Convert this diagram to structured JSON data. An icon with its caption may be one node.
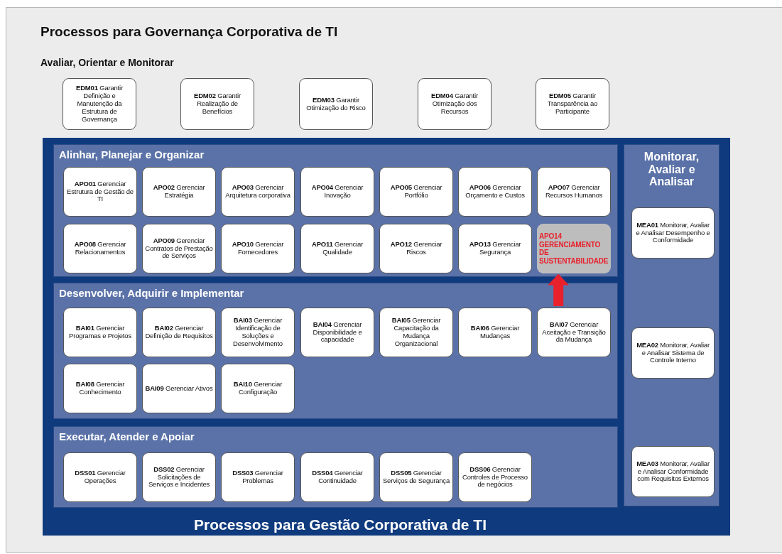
{
  "diagram": {
    "title": "Processos para Governança Corporativa de TI",
    "labels": [
      "Avaliar, Orientar e Monitorar"
    ],
    "nodes": [
      {
        "text": [
          "**EDM01** Garantir Definição e Manutenção da Estrutura de Governança"
        ]
      },
      {
        "text": [
          "**EDM02** Garantir Realização de Benefícios"
        ]
      },
      {
        "text": [
          "**EDM03** Garantir Otimização do Risco"
        ]
      },
      {
        "text": [
          "**EDM04** Garantir Otimização dos Recursos"
        ]
      },
      {
        "text": [
          "**EDM05** Garantir Transparência ao Participante"
        ]
      },
      {
        "text": [
          "Processos para Gestão Corporativa de TI"
        ]
      },
      {
        "text": [
          "Alinhar, Planejar e Organizar"
        ],
        "in": 5
      },
      {
        "text": [
          "**APO01** Gerenciar Estrutura de Gestão de TI"
        ],
        "in": 6
      },
      {
        "text": [
          "**APO02** Gerenciar Estratégia"
        ],
        "in": 6
      },
      {
        "text": [
          "**APO03** Gerenciar Arquitetura corporativa"
        ],
        "in": 6
      },
      {
        "text": [
          "**APO04** Gerenciar Inovação"
        ],
        "in": 6
      },
      {
        "text": [
          "**APO05** Gerenciar Portfólio"
        ],
        "in": 6
      },
      {
        "text": [
          "**APO06** Gerenciar Orçamento e Custos"
        ],
        "in": 6
      },
      {
        "text": [
          "**APO07** Gerenciar Recursos Humanos"
        ],
        "in": 6
      },
      {
        "text": [
          "**APO08** Gerenciar Relacionamentos"
        ],
        "in": 6
      },
      {
        "text": [
          "**APO09** Gerenciar Contratos de Prestação de Serviços"
        ],
        "in": 6
      },
      {
        "text": [
          "**APO10** Gerenciar Fornecedores"
        ],
        "in": 6
      },
      {
        "text": [
          "**APO11** Gerenciar Qualidade"
        ],
        "in": 6
      },
      {
        "text": [
          "**APO12** Gerenciar Riscos"
        ],
        "in": 6
      },
      {
        "text": [
          "**APO13** Gerenciar Segurança"
        ],
        "in": 6
      },
      {
        "text": [
          "APO14 GERENCIAMENTO DE SUSTENTABILIDADE"
        ],
        "in": 6
      },
      {
        "text": [
          "Desenvolver, Adquirir e Implementar"
        ],
        "in": 5
      },
      {
        "text": [
          "**BAI01** Gerenciar Programas e Projetos"
        ],
        "in": 21
      },
      {
        "text": [
          "**BAI02** Gerenciar Definição de Requisitos"
        ],
        "in": 21
      },
      {
        "text": [
          "**BAI03** Gerenciar Identificação de Soluções e Desenvolvimento"
        ],
        "in": 21
      },
      {
        "text": [
          "**BAI04** Gerenciar Disponibilidade e capacidade"
        ],
        "in": 21
      },
      {
        "text": [
          "**BAI05** Gerenciar Capacitação da Mudança Organizacional"
        ],
        "in": 21
      },
      {
        "text": [
          "**BAI06** Gerenciar Mudanças"
        ],
        "in": 21
      },
      {
        "text": [
          "**BAI07** Gerenciar Aceitação e Transição da Mudança"
        ],
        "in": 21
      },
      {
        "text": [
          "**BAI08** Gerenciar Conhecimento"
        ],
        "in": 21
      },
      {
        "text": [
          "**BAI09** Gerenciar Ativos"
        ],
        "in": 21
      },
      {
        "text": [
          "**BAI10** Gerenciar Configuração"
        ],
        "in": 21
      },
      {
        "text": [
          "Executar, Atender e Apoiar"
        ],
        "in": 5
      },
      {
        "text": [
          "**DSS01** Gerenciar Operações"
        ],
        "in": 32
      },
      {
        "text": [
          "**DSS02** Gerenciar Solicitações de Serviços e Incidentes"
        ],
        "in": 32
      },
      {
        "text": [
          "**DSS03** Gerenciar Problemas"
        ],
        "in": 32
      },
      {
        "text": [
          "**DSS04** Gerenciar Continuidade"
        ],
        "in": 32
      },
      {
        "text": [
          "**DSS05** Gerenciar Serviços de Segurança"
        ],
        "in": 32
      },
      {
        "text": [
          "**DSS06** Gerenciar Controles de Processo de negócios"
        ],
        "in": 32
      },
      {
        "text": [
          "Monitorar, Avaliar e Analisar"
        ],
        "in": 5
      },
      {
        "text": [
          "**MEA01** Monitorar, Avaliar e Analisar Desempenho e Conformidade"
        ],
        "in": 39
      },
      {
        "text": [
          "**MEA02** Monitorar, Avaliar e Analisar Sistema de Controle Interno"
        ],
        "in": 39
      },
      {
        "text": [
          "**MEA03** Monitorar, Avaliar e Analisar Conformidade com Requisitos Externos"
        ],
        "in": 39
      }
    ],
    "edges": [
      {
        "from": 28,
        "to": 20,
        "arrow": "to",
        "color": "#e8212d"
      }
    ]
  }
}
